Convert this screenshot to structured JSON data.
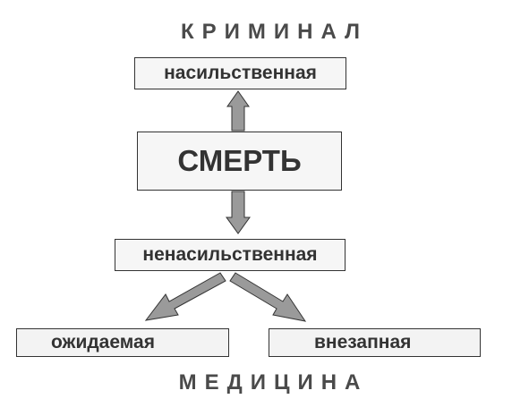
{
  "headings": {
    "top": "КРИМИНАЛ",
    "bottom": "МЕДИЦИНА"
  },
  "nodes": {
    "violent": "насильственная",
    "death": "СМЕРТЬ",
    "nonviolent": "ненасильственная",
    "expected": "ожидаемая",
    "sudden": "внезапная"
  },
  "colors": {
    "arrow_fill": "#9a9a9a",
    "arrow_stroke": "#333333",
    "box_border": "#333333",
    "text": "#333333"
  }
}
